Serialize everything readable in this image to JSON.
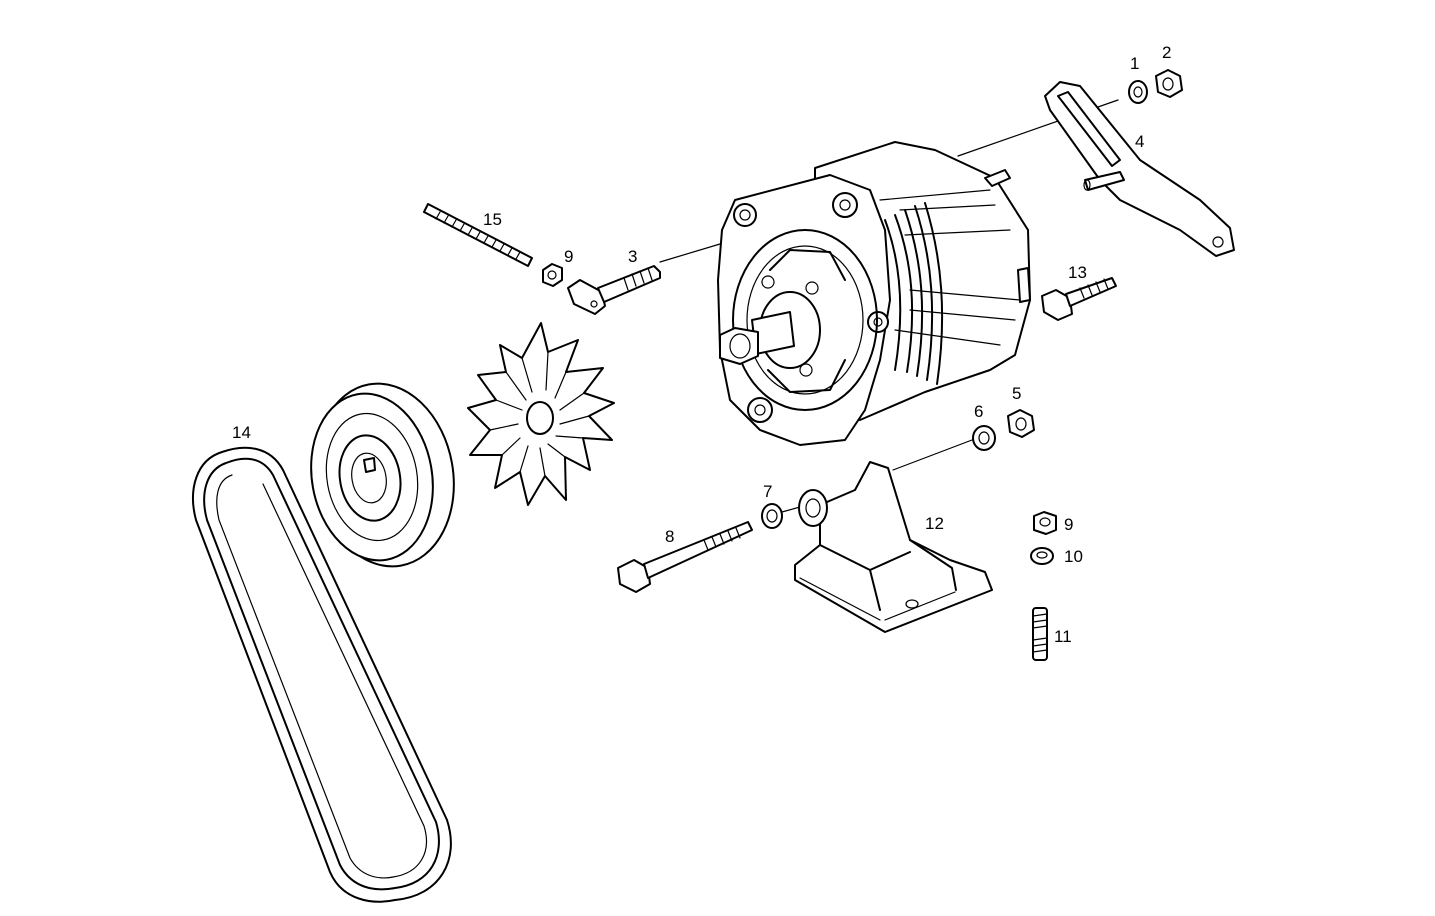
{
  "diagram": {
    "background": "#ffffff",
    "line_color": "#000000",
    "callouts": {
      "c1": "1",
      "c2": "2",
      "c3": "3",
      "c4": "4",
      "c5": "5",
      "c6": "6",
      "c7": "7",
      "c8": "8",
      "c9a": "9",
      "c9b": "9",
      "c10": "10",
      "c11": "11",
      "c12": "12",
      "c13": "13",
      "c14": "14",
      "c15": "15"
    }
  }
}
